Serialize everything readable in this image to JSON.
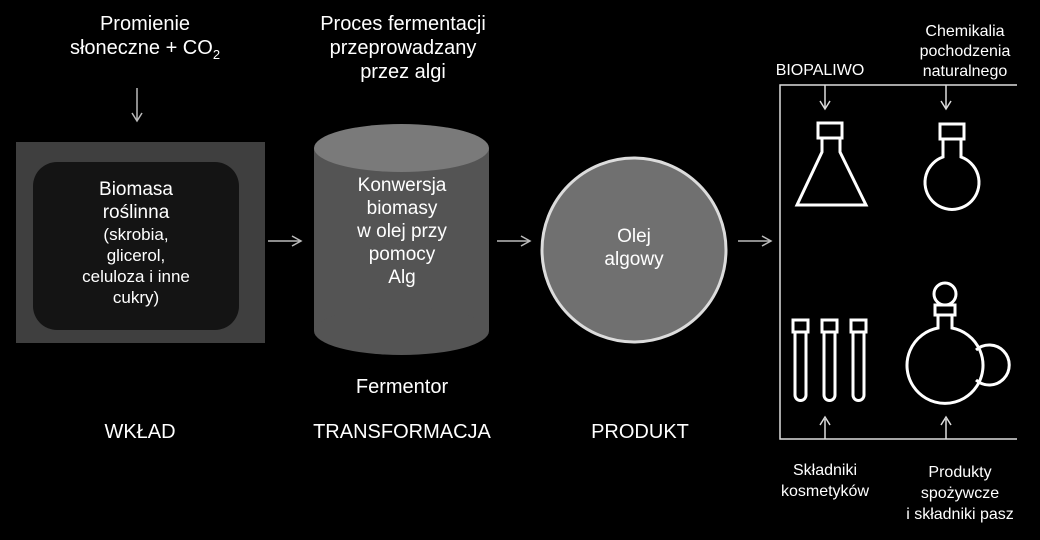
{
  "colors": {
    "background": "#000000",
    "frame": "#3f3f3f",
    "inner_box": "#141414",
    "cylinder": "#545454",
    "circle": "#707070",
    "line": "#ffffff"
  },
  "input": {
    "sun_line1": "Promienie",
    "sun_line2": "słoneczne + CO",
    "sun_sub": "2",
    "box_title1": "Biomasa",
    "box_title2": "roślinna",
    "box_detail1": "(skrobia,",
    "box_detail2": "glicerol,",
    "box_detail3": "celuloza i inne",
    "box_detail4": "cukry)",
    "stage_label": "WKŁAD"
  },
  "transformation": {
    "header1": "Proces fermentacji",
    "header2": "przeprowadzany",
    "header3": "przez algi",
    "cyl_line1": "Konwersja",
    "cyl_line2": "biomasy",
    "cyl_line3": "w olej przy",
    "cyl_line4": "pomocy",
    "cyl_line5": "Alg",
    "caption": "Fermentor",
    "stage_label": "TRANSFORMACJA"
  },
  "product": {
    "circle_line1": "Olej",
    "circle_line2": "algowy",
    "stage_label": "PRODUKT"
  },
  "outputs": {
    "biofuel": "BIOPALIWO",
    "chem_line1": "Chemikalia",
    "chem_line2": "pochodzenia",
    "chem_line3": "naturalnego",
    "cosm_line1": "Składniki",
    "cosm_line2": "kosmetyków",
    "food_line1": "Produkty",
    "food_line2": "spożywcze",
    "food_line3": "i składniki pasz"
  }
}
